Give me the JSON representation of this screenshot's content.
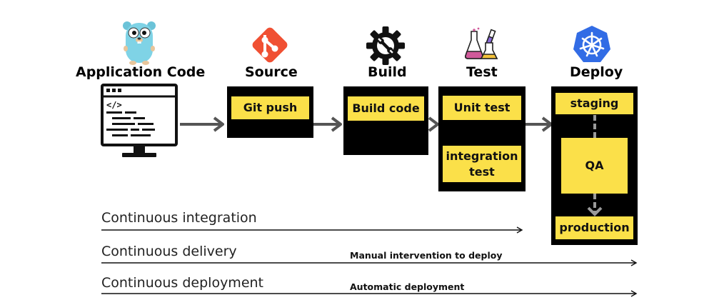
{
  "stages": {
    "app_code": {
      "title": "Application Code"
    },
    "source": {
      "title": "Source",
      "steps": [
        "Git push"
      ]
    },
    "build": {
      "title": "Build",
      "steps": [
        "Build code"
      ]
    },
    "test": {
      "title": "Test",
      "steps": [
        "Unit test",
        "integration\ntest"
      ]
    },
    "deploy": {
      "title": "Deploy",
      "steps": [
        "staging",
        "QA",
        "production"
      ]
    }
  },
  "tracks": {
    "ci": {
      "label": "Continuous integration"
    },
    "delivery": {
      "label": "Continuous delivery",
      "note": "Manual intervention to deploy"
    },
    "deployment": {
      "label": "Continuous deployment",
      "note": "Automatic deployment"
    }
  },
  "icons": {
    "app_code": "gopher-mascot-icon",
    "source": "git-logo-icon",
    "build": "gear-wrench-icon",
    "test": "lab-flasks-icon",
    "deploy": "kubernetes-logo-icon",
    "code_monitor": "code-monitor-icon"
  },
  "colors": {
    "step_box": "#fbe049",
    "panel": "#000000",
    "flow_arrow": "#555555",
    "git": "#f05033",
    "kubernetes": "#326ce5",
    "gopher": "#7fd3e6"
  }
}
